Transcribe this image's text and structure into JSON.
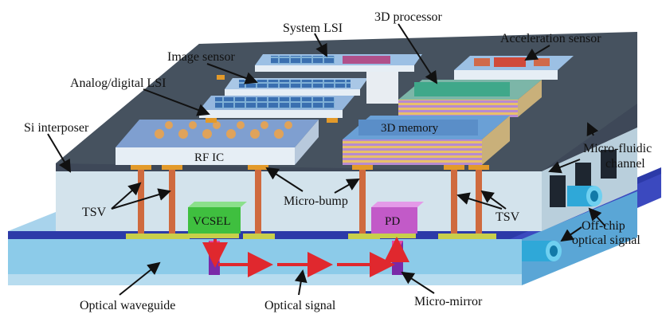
{
  "colors": {
    "silicon_top": "#3e4858",
    "silicon_front": "#cfe0ea",
    "waveguide": "#7ec6e8",
    "base_blue": "#2c3aa8",
    "tsv": "#cf6a3e",
    "pad": "#c8cf4a",
    "vcsel": "#3fbf3f",
    "pd": "#c25ac8",
    "signal": "#e0282e",
    "port": "#2fa8d8"
  },
  "labels": {
    "system_lsi": "System LSI",
    "processor_3d": "3D processor",
    "acceleration_sensor": "Acceleration sensor",
    "image_sensor": "Image sensor",
    "analog_digital_lsi": "Analog/digital LSI",
    "si_interposer": "Si interposer",
    "rf_ic": "RF IC",
    "memory_3d": "3D memory",
    "micro_fluidic_1": "Micro-fluidic",
    "micro_fluidic_2": "channel",
    "tsv_left": "TSV",
    "micro_bump": "Micro-bump",
    "tsv_right": "TSV",
    "vcsel": "VCSEL",
    "pd": "PD",
    "off_chip_1": "Off-chip",
    "off_chip_2": "optical signal",
    "optical_waveguide": "Optical waveguide",
    "optical_signal": "Optical signal",
    "micro_mirror": "Micro-mirror"
  }
}
